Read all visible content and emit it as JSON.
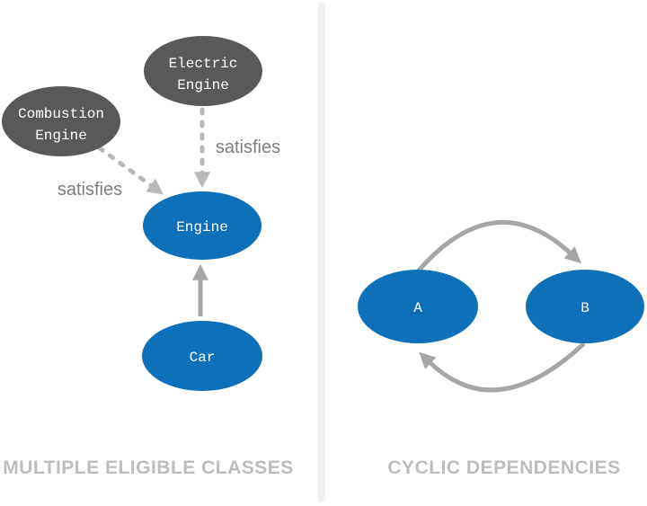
{
  "left_panel": {
    "caption": "MULTIPLE ELIGIBLE CLASSES",
    "nodes": {
      "electric_engine": {
        "line1": "Electric",
        "line2": "Engine"
      },
      "combustion_engine": {
        "line1": "Combustion",
        "line2": "Engine"
      },
      "engine": {
        "label": "Engine"
      },
      "car": {
        "label": "Car"
      }
    },
    "edge_labels": {
      "combustion_to_engine": "satisfies",
      "electric_to_engine": "satisfies"
    }
  },
  "right_panel": {
    "caption": "CYCLIC DEPENDENCIES",
    "nodes": {
      "a": {
        "label": "A"
      },
      "b": {
        "label": "B"
      }
    }
  },
  "colors": {
    "node_blue": "#0d70b8",
    "node_dark_gray": "#595959",
    "node_text": "#ffffff",
    "solid_arrow_gray": "#a6a6a6",
    "dashed_arrow_gray": "#b8b8b8",
    "edge_label_gray": "#7d7d7d",
    "caption_gray": "#bdbdbd",
    "divider_gray": "#f2f2f2"
  }
}
